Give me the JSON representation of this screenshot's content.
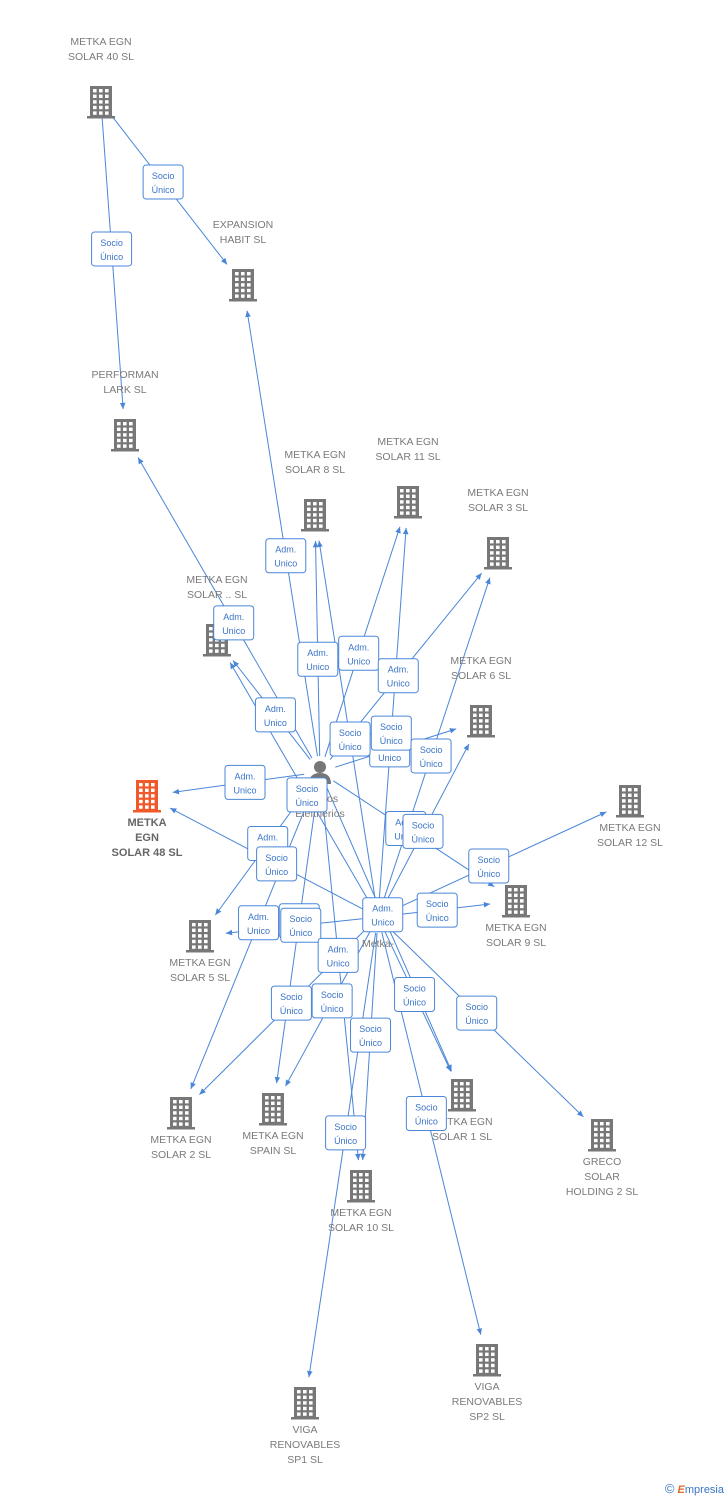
{
  "nodes": [
    {
      "id": "n40",
      "type": "company",
      "lines": [
        "METKA EGN",
        "SOLAR 40  SL"
      ],
      "label_pos": "above",
      "color": "#777777",
      "focus": false
    },
    {
      "id": "nexp",
      "type": "company",
      "lines": [
        "EXPANSION",
        "HABIT  SL"
      ],
      "label_pos": "above",
      "color": "#777777",
      "focus": false
    },
    {
      "id": "nperf",
      "type": "company",
      "lines": [
        "PERFORMAN",
        "LARK  SL"
      ],
      "label_pos": "above",
      "color": "#777777",
      "focus": false
    },
    {
      "id": "n8",
      "type": "company",
      "lines": [
        "METKA EGN",
        "SOLAR 8  SL"
      ],
      "label_pos": "above",
      "color": "#777777",
      "focus": false
    },
    {
      "id": "n11",
      "type": "company",
      "lines": [
        "METKA EGN",
        "SOLAR 11  SL"
      ],
      "label_pos": "above",
      "color": "#777777",
      "focus": false
    },
    {
      "id": "n3",
      "type": "company",
      "lines": [
        "METKA EGN",
        "SOLAR 3  SL"
      ],
      "label_pos": "above",
      "color": "#777777",
      "focus": false
    },
    {
      "id": "nmid",
      "type": "company",
      "lines": [
        "METKA EGN",
        "SOLAR ..  SL"
      ],
      "label_pos": "above",
      "color": "#777777",
      "focus": false
    },
    {
      "id": "n6",
      "type": "company",
      "lines": [
        "METKA EGN",
        "SOLAR 6  SL"
      ],
      "label_pos": "above",
      "color": "#777777",
      "focus": false
    },
    {
      "id": "n48",
      "type": "company",
      "lines": [
        "METKA",
        "EGN",
        "SOLAR 48  SL"
      ],
      "label_pos": "below",
      "color": "#f05a2a",
      "focus": true
    },
    {
      "id": "n12",
      "type": "company",
      "lines": [
        "METKA EGN",
        "SOLAR 12  SL"
      ],
      "label_pos": "below",
      "color": "#777777",
      "focus": false
    },
    {
      "id": "n9",
      "type": "company",
      "lines": [
        "METKA EGN",
        "SOLAR 9  SL"
      ],
      "label_pos": "below",
      "color": "#777777",
      "focus": false
    },
    {
      "id": "n5",
      "type": "company",
      "lines": [
        "METKA EGN",
        "SOLAR 5  SL"
      ],
      "label_pos": "below",
      "color": "#777777",
      "focus": false
    },
    {
      "id": "n2",
      "type": "company",
      "lines": [
        "METKA EGN",
        "SOLAR 2  SL"
      ],
      "label_pos": "below",
      "color": "#777777",
      "focus": false
    },
    {
      "id": "nspain",
      "type": "company",
      "lines": [
        "METKA EGN",
        "SPAIN  SL"
      ],
      "label_pos": "below",
      "color": "#777777",
      "focus": false
    },
    {
      "id": "n1",
      "type": "company",
      "lines": [
        "METKA EGN",
        "SOLAR 1  SL"
      ],
      "label_pos": "below",
      "color": "#777777",
      "focus": false
    },
    {
      "id": "ngreco",
      "type": "company",
      "lines": [
        "GRECO",
        "SOLAR",
        "HOLDING 2  SL"
      ],
      "label_pos": "below",
      "color": "#777777",
      "focus": false
    },
    {
      "id": "n10",
      "type": "company",
      "lines": [
        "METKA EGN",
        "SOLAR 10  SL"
      ],
      "label_pos": "below",
      "color": "#777777",
      "focus": false
    },
    {
      "id": "nviga1",
      "type": "company",
      "lines": [
        "VIGA",
        "RENOVABLES",
        "SP1  SL"
      ],
      "label_pos": "below",
      "color": "#777777",
      "focus": false
    },
    {
      "id": "nviga2",
      "type": "company",
      "lines": [
        "VIGA",
        "RENOVABLES",
        "SP2  SL"
      ],
      "label_pos": "below",
      "color": "#777777",
      "focus": false
    },
    {
      "id": "ppil",
      "type": "person",
      "lines": [
        "Piliakos",
        "Eleftherios"
      ],
      "label_pos": "below",
      "color": "#777777",
      "focus": false
    },
    {
      "id": "pmet",
      "type": "person",
      "lines": [
        "Metka-"
      ],
      "label_pos": "below",
      "color": "#777777",
      "focus": false
    }
  ],
  "edges": [
    {
      "from": "n40",
      "to": "nexp",
      "label": [
        "Socio",
        "Único"
      ]
    },
    {
      "from": "n40",
      "to": "nperf",
      "label": [
        "Socio",
        "Único"
      ]
    },
    {
      "from": "ppil",
      "to": "nexp",
      "label": [
        "Adm.",
        "Unico"
      ]
    },
    {
      "from": "ppil",
      "to": "nperf",
      "label": [
        "Adm.",
        "Unico"
      ]
    },
    {
      "from": "ppil",
      "to": "nmid",
      "label": [
        "Adm.",
        "Unico"
      ]
    },
    {
      "from": "ppil",
      "to": "n8",
      "label": [
        "Adm.",
        "Unico"
      ]
    },
    {
      "from": "ppil",
      "to": "n11",
      "label": [
        "Adm.",
        "Unico"
      ]
    },
    {
      "from": "ppil",
      "to": "n3",
      "label": [
        "Adm.",
        "Unico"
      ]
    },
    {
      "from": "ppil",
      "to": "n6",
      "label": [
        "Adm.",
        "Unico"
      ]
    },
    {
      "from": "ppil",
      "to": "n48",
      "label": [
        "Adm.",
        "Unico"
      ]
    },
    {
      "from": "ppil",
      "to": "n5",
      "label": [
        "Adm.",
        "Unico"
      ]
    },
    {
      "from": "ppil",
      "to": "n2",
      "label": [
        "Adm.",
        "Unico"
      ]
    },
    {
      "from": "ppil",
      "to": "nspain",
      "label": [
        "Adm.",
        "Unico"
      ]
    },
    {
      "from": "ppil",
      "to": "n9",
      "label": [
        "Adm.",
        "Unico"
      ]
    },
    {
      "from": "ppil",
      "to": "n1",
      "label": [
        "Adm.",
        "Unico"
      ]
    },
    {
      "from": "pmet",
      "to": "nmid",
      "label": [
        "Socio",
        "Único"
      ]
    },
    {
      "from": "pmet",
      "to": "n8",
      "label": [
        "Socio",
        "Único"
      ]
    },
    {
      "from": "pmet",
      "to": "n11",
      "label": [
        "Socio",
        "Único"
      ]
    },
    {
      "from": "pmet",
      "to": "n3",
      "label": [
        "Socio",
        "Único"
      ]
    },
    {
      "from": "pmet",
      "to": "n6",
      "label": [
        "Socio",
        "Único"
      ]
    },
    {
      "from": "pmet",
      "to": "n48",
      "label": [
        "Socio",
        "Único"
      ]
    },
    {
      "from": "pmet",
      "to": "n12",
      "label": [
        "Socio",
        "Único"
      ]
    },
    {
      "from": "pmet",
      "to": "n9",
      "label": [
        "Socio",
        "Único"
      ]
    },
    {
      "from": "pmet",
      "to": "n5",
      "label": [
        "Socio",
        "Único"
      ]
    },
    {
      "from": "pmet",
      "to": "n2",
      "label": [
        "Socio",
        "Único"
      ]
    },
    {
      "from": "pmet",
      "to": "nspain",
      "label": [
        "Socio",
        "Único"
      ]
    },
    {
      "from": "pmet",
      "to": "n1",
      "label": [
        "Socio",
        "Único"
      ]
    },
    {
      "from": "pmet",
      "to": "ngreco",
      "label": [
        "Socio",
        "Único"
      ]
    },
    {
      "from": "pmet",
      "to": "n10",
      "label": [
        "Socio",
        "Único"
      ]
    },
    {
      "from": "pmet",
      "to": "nviga1",
      "label": [
        "Socio",
        "Único"
      ]
    },
    {
      "from": "pmet",
      "to": "nviga2",
      "label": [
        "Socio",
        "Único"
      ]
    },
    {
      "from": "ppil",
      "to": "n10",
      "label": [
        "Adm.",
        "Unico"
      ]
    }
  ],
  "brand": {
    "copyright": "©",
    "name_first": "E",
    "name_rest": "mpresia"
  },
  "colors": {
    "edge": "#4a86d8",
    "label_text": "#3a74c8",
    "node": "#777777",
    "focus": "#f05a2a"
  }
}
